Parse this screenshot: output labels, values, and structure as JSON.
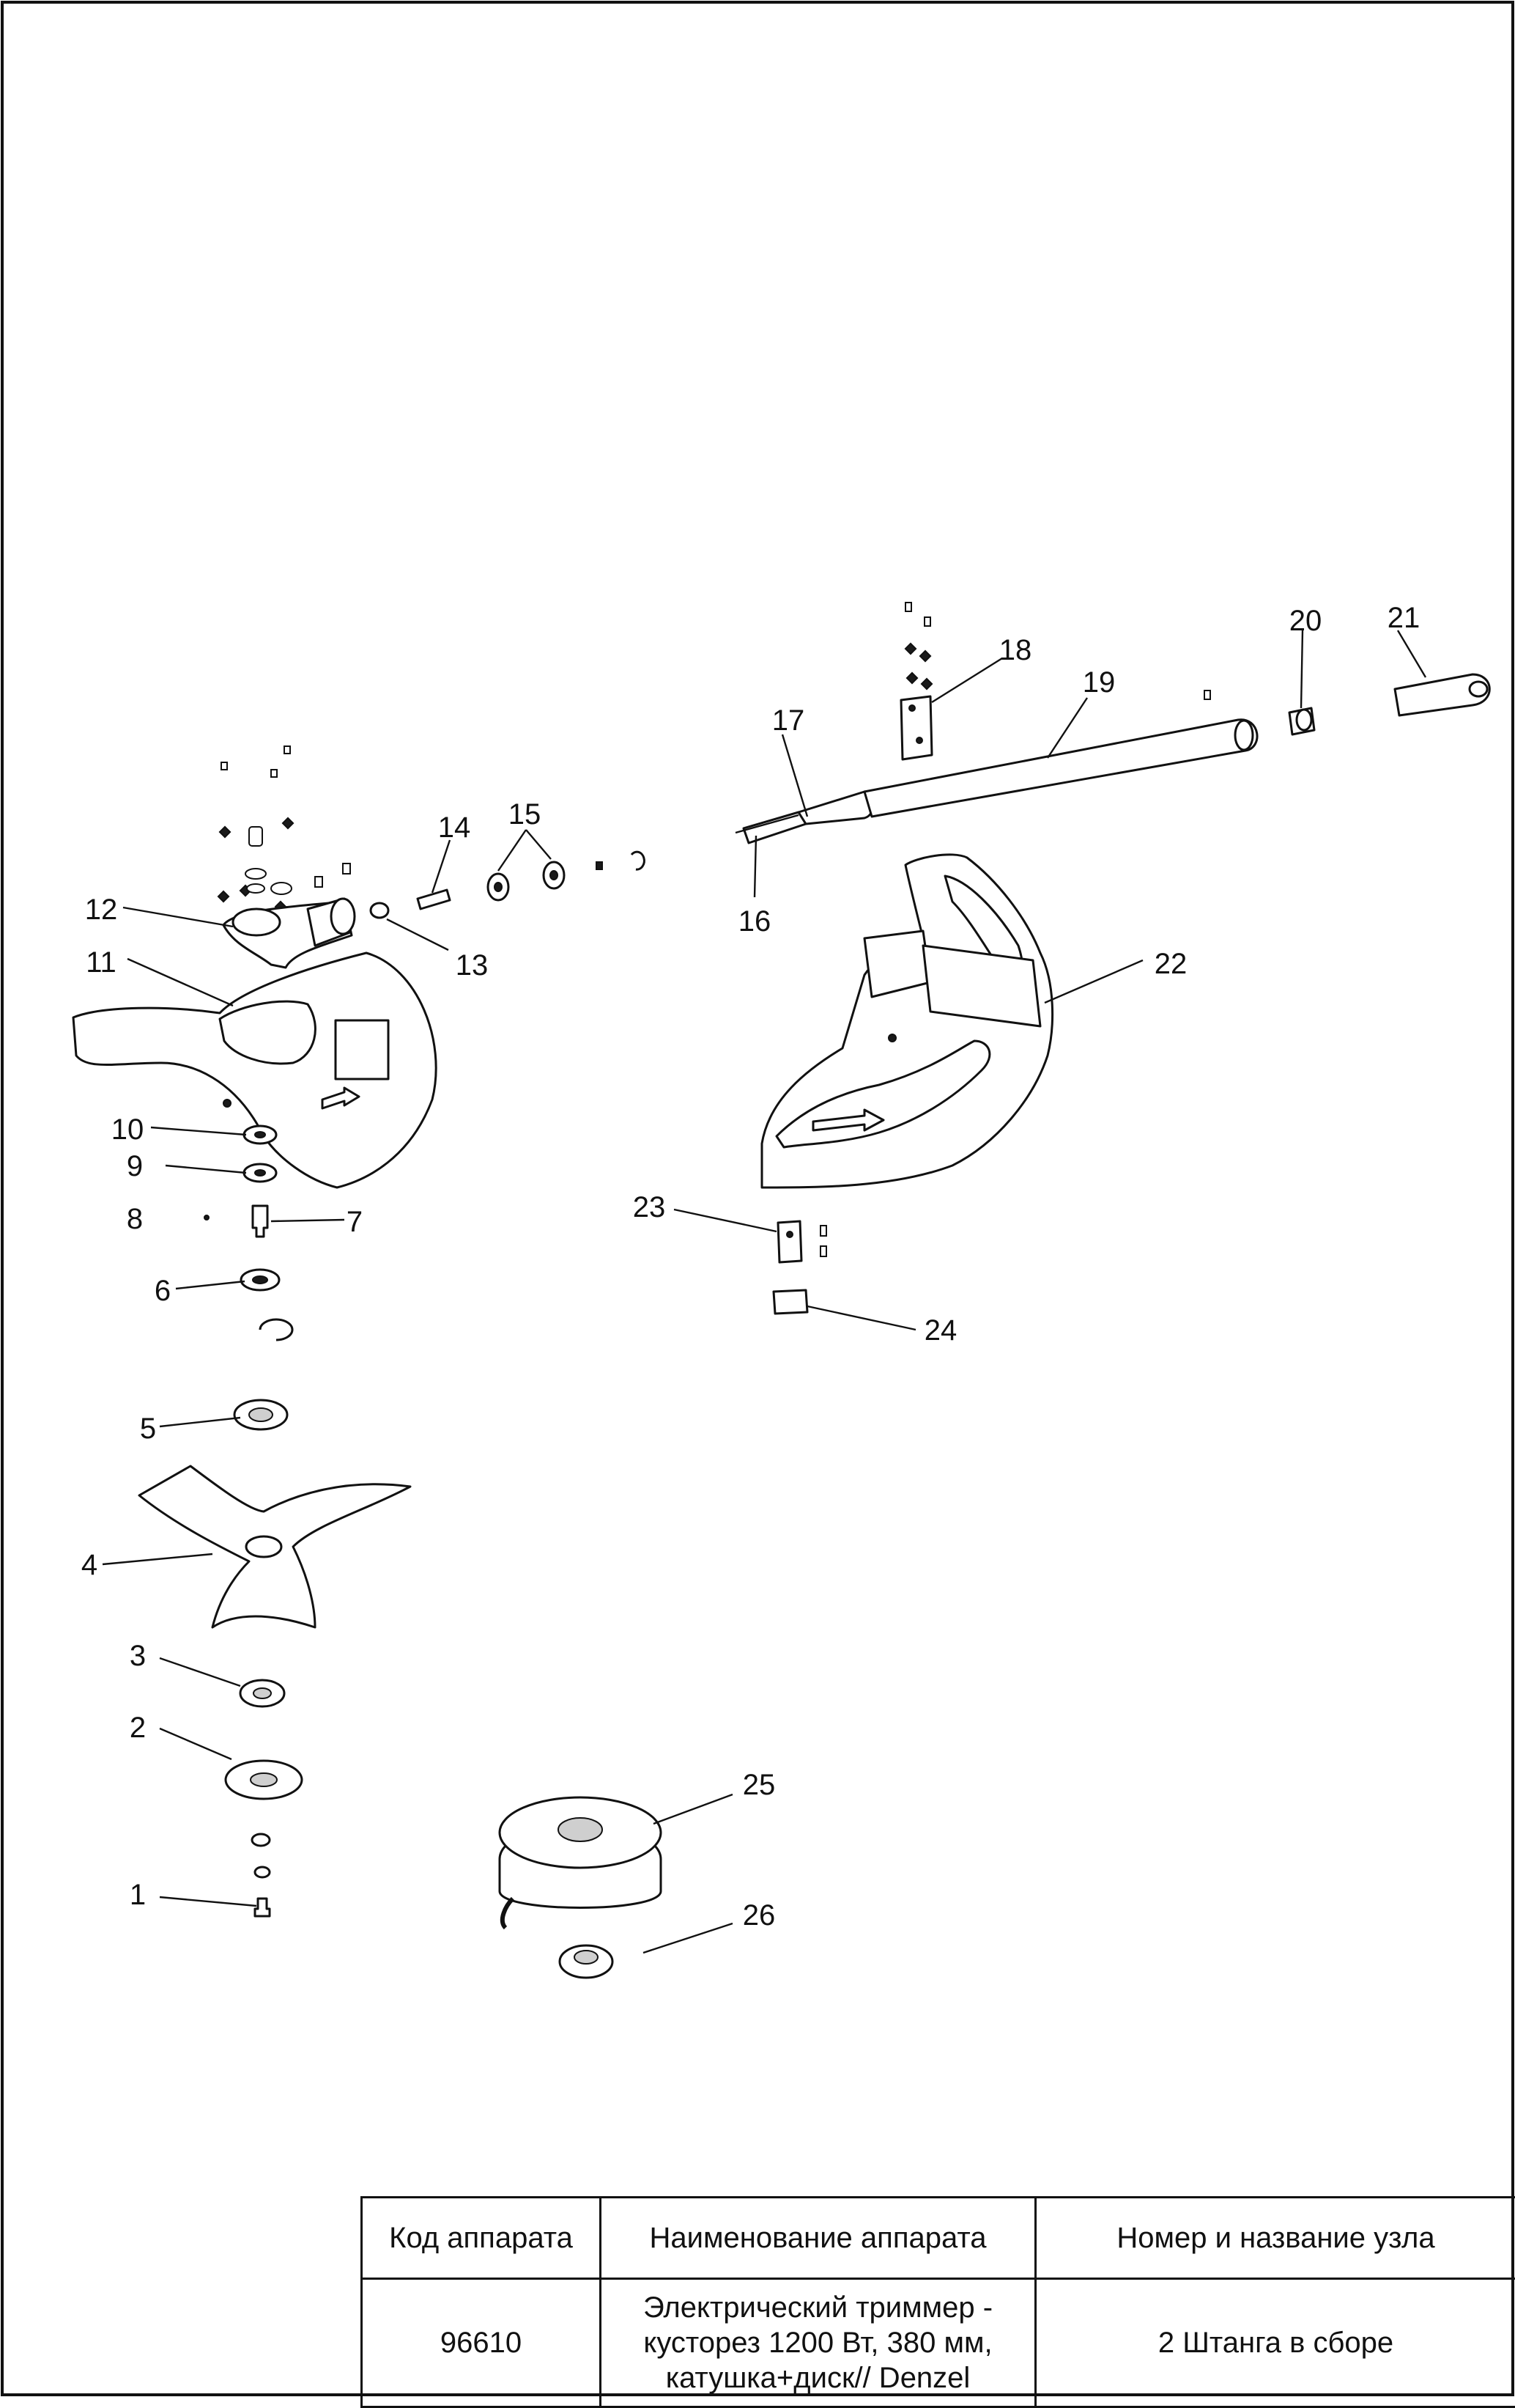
{
  "callouts": [
    "1",
    "2",
    "3",
    "4",
    "5",
    "6",
    "7",
    "8",
    "9",
    "10",
    "11",
    "12",
    "13",
    "14",
    "15",
    "16",
    "17",
    "18",
    "19",
    "20",
    "21",
    "22",
    "23",
    "24",
    "25",
    "26"
  ],
  "table": {
    "headers": {
      "code": "Код аппарата",
      "name": "Наименование аппарата",
      "unit": "Номер и название узла"
    },
    "row": {
      "code": "96610",
      "name": "Электрический триммер -\nкусторез 1200 Вт, 380 мм,\nкатушка+диск// Denzel",
      "unit": "2 Штанга в сборе"
    }
  }
}
